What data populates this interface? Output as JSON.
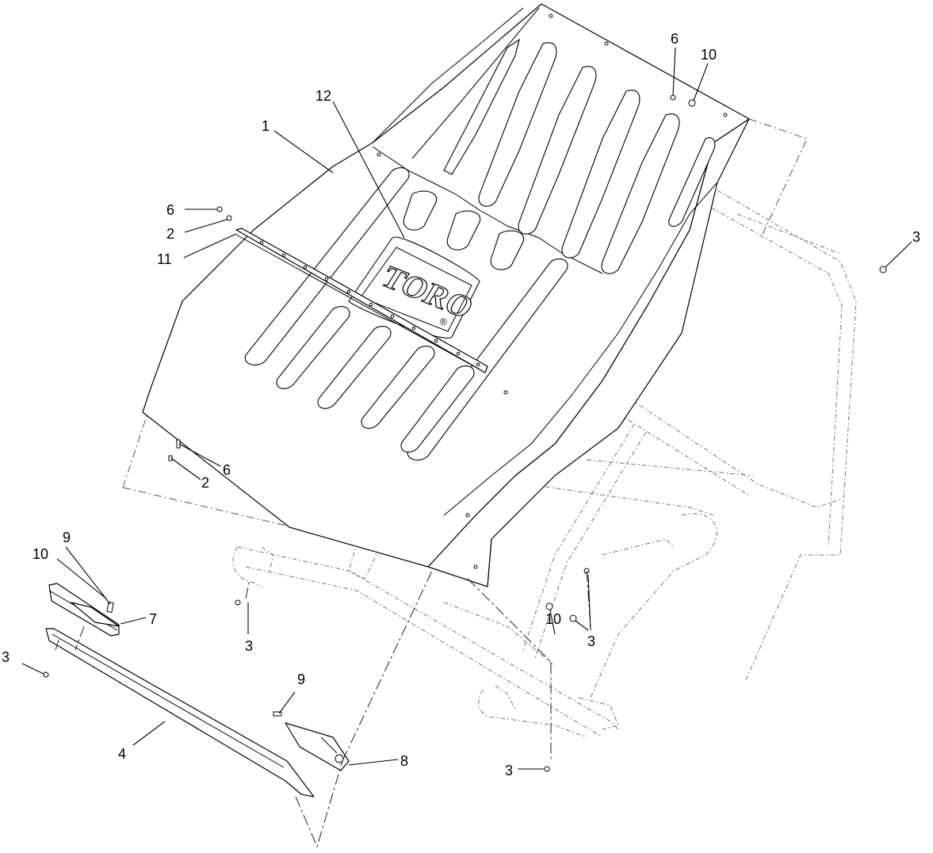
{
  "diagram": {
    "brand_logo_text": "TORO",
    "registered_mark": "®",
    "callouts": [
      {
        "id": "c1",
        "text": "1"
      },
      {
        "id": "c12",
        "text": "12"
      },
      {
        "id": "c6a",
        "text": "6"
      },
      {
        "id": "c10a",
        "text": "10"
      },
      {
        "id": "c6b",
        "text": "6"
      },
      {
        "id": "c2a",
        "text": "2"
      },
      {
        "id": "c11",
        "text": "11"
      },
      {
        "id": "c3a",
        "text": "3"
      },
      {
        "id": "c6c",
        "text": "6"
      },
      {
        "id": "c2b",
        "text": "2"
      },
      {
        "id": "c9a",
        "text": "9"
      },
      {
        "id": "c10b",
        "text": "10"
      },
      {
        "id": "c7",
        "text": "7"
      },
      {
        "id": "c3b",
        "text": "3"
      },
      {
        "id": "c3c",
        "text": "3"
      },
      {
        "id": "c10c",
        "text": "10"
      },
      {
        "id": "c3d",
        "text": "3"
      },
      {
        "id": "c9b",
        "text": "9"
      },
      {
        "id": "c4",
        "text": "4"
      },
      {
        "id": "c8",
        "text": "8"
      },
      {
        "id": "c3e",
        "text": "3"
      }
    ]
  }
}
